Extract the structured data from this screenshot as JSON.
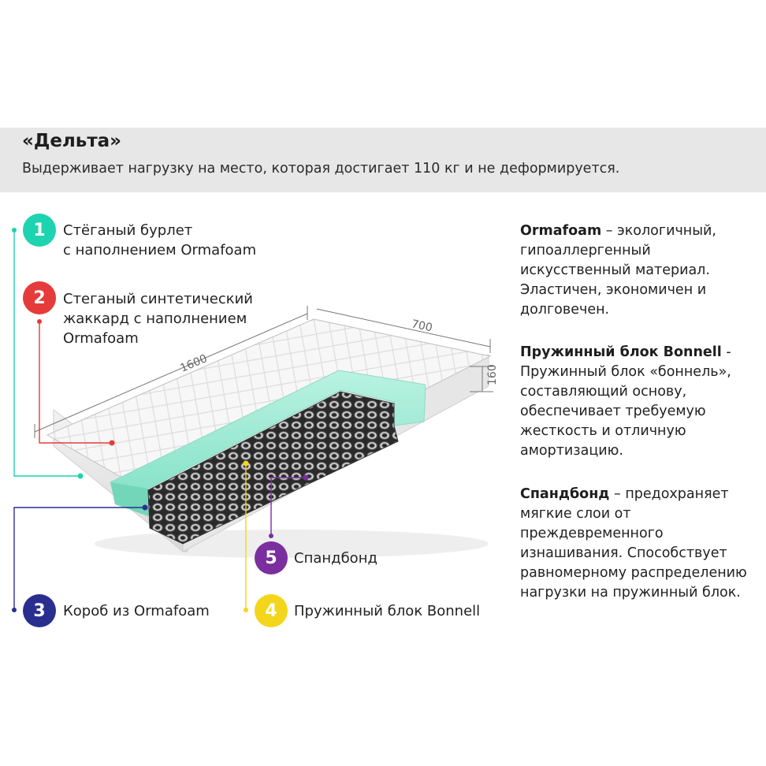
{
  "header": {
    "title": "«Дельта»",
    "subtitle": "Выдерживает нагрузку на место, которая достигает 110 кг и не деформируется."
  },
  "dimensions": {
    "length": "1600",
    "width": "700",
    "height": "160"
  },
  "layers": [
    {
      "number": "1",
      "label": "Стёганый бурлет\nс наполнением Ormafoam",
      "color": "#1dd3b0"
    },
    {
      "number": "2",
      "label": "Стеганый синтетический\nжаккард с наполнением\nOrmafoam",
      "color": "#e63b3b"
    },
    {
      "number": "3",
      "label": "Короб из Ormafoam",
      "color": "#2a2f8f"
    },
    {
      "number": "4",
      "label": "Пружинный блок Bonnell",
      "color": "#f3d61b"
    },
    {
      "number": "5",
      "label": "Спандбонд",
      "color": "#7b2f9e"
    }
  ],
  "descriptions": [
    {
      "term": "Ormafoam",
      "text": " – экологичный, гипоаллергенный искусственный материал. Эластичен, экономичен и долговечен."
    },
    {
      "term": "Пружинный блок Bonnell",
      "text": " - Пружинный блок «боннель», составляющий основу, обеспечивает требуемую жесткость и отличную амортизацию."
    },
    {
      "term": "Спандбонд",
      "text": " – предохраняет мягкие слои от преждевременного изнашивания. Способствует равномерному распределению нагрузки на пружинный блок."
    }
  ]
}
